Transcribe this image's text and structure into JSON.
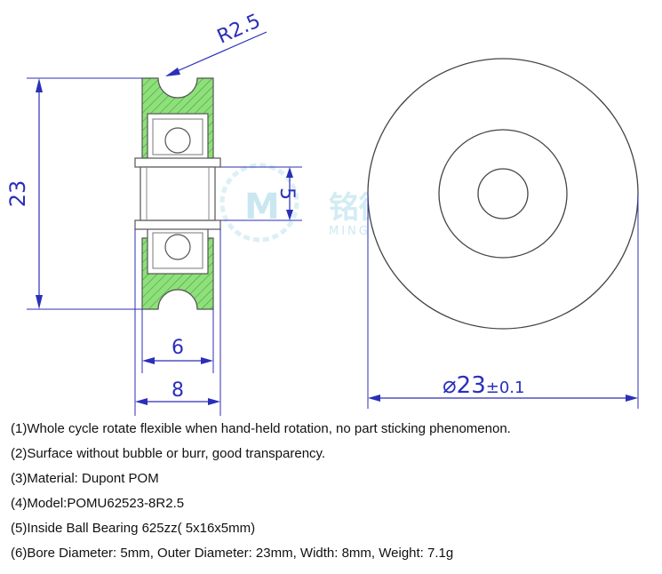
{
  "drawing": {
    "radius_label": "R2.5",
    "height_label": "23",
    "bore_label": "5",
    "inner_width_label": "6",
    "outer_width_label": "8",
    "diameter_symbol": "⌀",
    "diameter_value": "23",
    "diameter_tolerance": "±0.1",
    "colors": {
      "dimension": "#2b2fb8",
      "material_fill": "#8ee07a",
      "outline": "#555555",
      "watermark": "#bfe4ef"
    }
  },
  "watermark": {
    "brand_cn": "铭微轴承",
    "brand_en": "MINGWEIBEARING"
  },
  "specs": [
    "(1)Whole cycle rotate flexible when hand-held rotation, no part sticking phenomenon.",
    "(2)Surface without bubble or burr, good transparency.",
    "(3)Material: Dupont POM",
    "(4)Model:POMU62523-8R2.5",
    "(5)Inside Ball Bearing 625zz( 5x16x5mm)",
    "(6)Bore Diameter: 5mm, Outer Diameter: 23mm, Width: 8mm, Weight: 7.1g"
  ]
}
